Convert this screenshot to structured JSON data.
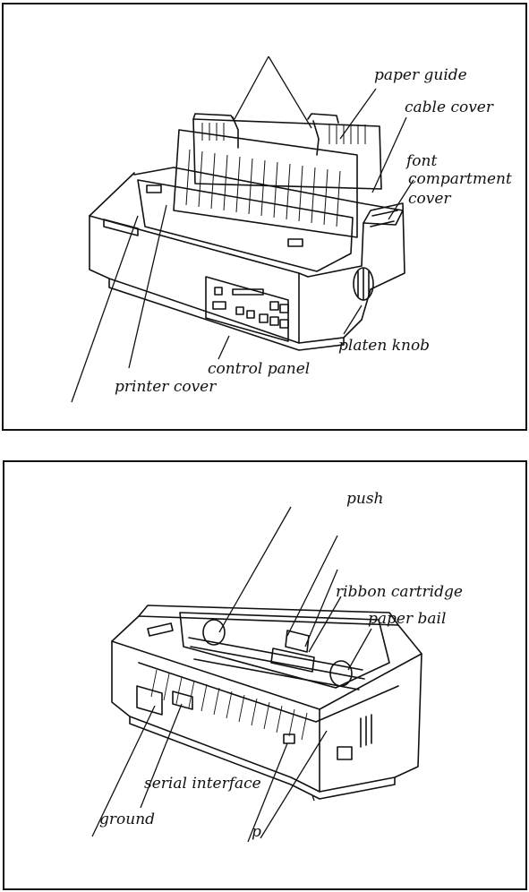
{
  "top_figure": {
    "labels": {
      "paper_guide": "paper guide",
      "cable_cover": "cable cover",
      "font_line1": "font",
      "font_line2": "compartment",
      "font_line3": "cover",
      "platen_knob": "platen knob",
      "control_panel": "control panel",
      "printer_cover": "printer cover"
    }
  },
  "bottom_figure": {
    "labels": {
      "push": "push",
      "ribbon_cartridge": "ribbon cartridge",
      "paper_bail": "paper bail",
      "serial_interface": "serial interface",
      "ground": "ground",
      "p": "p"
    }
  }
}
